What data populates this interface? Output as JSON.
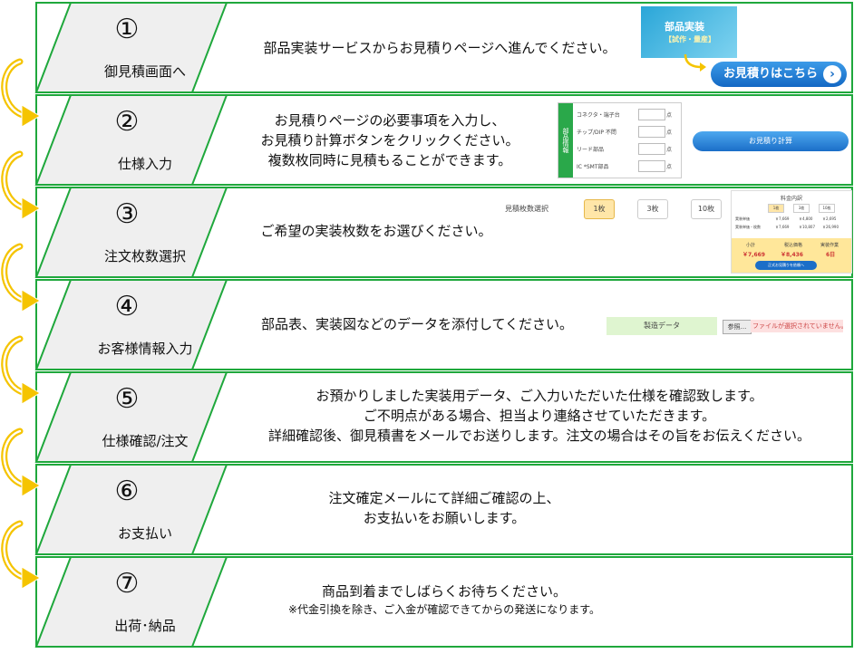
{
  "steps": [
    {
      "num": "①",
      "label": "御見積画面へ",
      "desc": [
        "部品実装サービスからお見積りページへ進んでください。"
      ]
    },
    {
      "num": "②",
      "label": "仕様入力",
      "desc": [
        "お見積りページの必要事項を入力し、",
        "お見積り計算ボタンをクリックください。",
        "複数枚同時に見積もることができます。"
      ]
    },
    {
      "num": "③",
      "label": "注文枚数選択",
      "desc": [
        "ご希望の実装枚数をお選びください。"
      ]
    },
    {
      "num": "④",
      "label": "お客様情報入力",
      "desc": [
        "部品表、実装図などのデータを添付してください。"
      ]
    },
    {
      "num": "⑤",
      "label": "仕様確認/注文",
      "desc": [
        "お預かりしました実装用データ、ご入力いただいた仕様を確認致します。",
        "ご不明点がある場合、担当より連絡させていただきます。",
        "詳細確認後、御見積書をメールでお送りします。注文の場合はその旨をお伝えください。"
      ]
    },
    {
      "num": "⑥",
      "label": "お支払い",
      "desc": [
        "注文確定メールにて詳細ご確認の上、",
        "お支払いをお願いします。"
      ]
    },
    {
      "num": "⑦",
      "label": "出荷･納品",
      "desc": [
        "商品到着までしばらくお待ちください。"
      ],
      "note": "※代金引換を除き、ご入金が確認できてからの発送になります。"
    }
  ],
  "step1_ui": {
    "banner_title": "部品実装",
    "banner_sub": "【試作・量産】",
    "button": "お見積りはこちら",
    "button_icon": "chevron-right-icon"
  },
  "step2_ui": {
    "side": "部品情報",
    "rows": [
      "コネクタ・端子台",
      "チップ/DIP 不問",
      "リード部品",
      "IC *SMT部品"
    ],
    "unit": "点",
    "button": "お見積り計算"
  },
  "step3_ui": {
    "label": "見積枚数選択",
    "options": [
      "1枚",
      "3枚",
      "10枚"
    ],
    "panel_title": "料金内訳",
    "panel_opts": [
      "1枚",
      "3枚",
      "10枚"
    ],
    "panel_rows": [
      [
        "実装単価",
        "￥7,669",
        "￥4,800",
        "￥2,695"
      ],
      [
        "実装単価・枚数",
        "￥7,669",
        "￥10,807",
        "￥26,990"
      ]
    ],
    "subtotal_label": "小計",
    "subtotal": "￥7,669",
    "tax_label": "税込価格",
    "tax": "￥8,436",
    "days_label": "実装作業",
    "days": "6日",
    "panel_button": "正式お見積りを依頼へ"
  },
  "step4_ui": {
    "field": "製造データ",
    "browse": "参照...",
    "status": "ファイルが選択されていません。"
  },
  "colors": {
    "border": "#1fa83c",
    "tab": "#efefef",
    "arrow": "#f5c400",
    "button": "#1a6fc7"
  }
}
